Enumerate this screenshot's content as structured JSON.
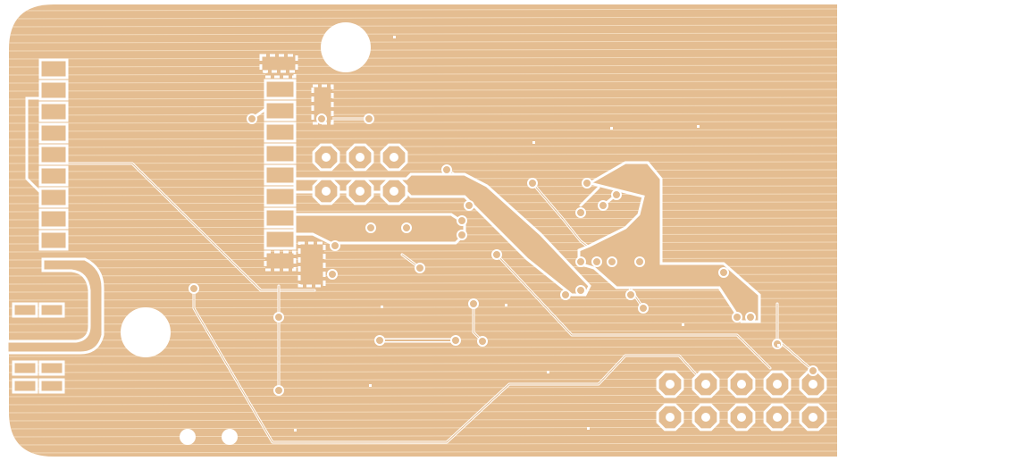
{
  "view": {
    "kind": "pcb-copper-layer",
    "background_color": "#ffffff",
    "copper_color": "#e4bd91",
    "hatch_line_color": "#f3d9b9",
    "clearance_color": "#ffffff",
    "fill_style": "hatched-horizontal"
  },
  "components": {
    "mounting_holes": 2,
    "small_holes": 2,
    "left_pin_header_pads": 9,
    "center_pin_header_pads": 10,
    "smd_pads": 3,
    "round_pad_block_3x2": 6,
    "round_pad_block_5x2": 10,
    "edge_pads": 6
  }
}
